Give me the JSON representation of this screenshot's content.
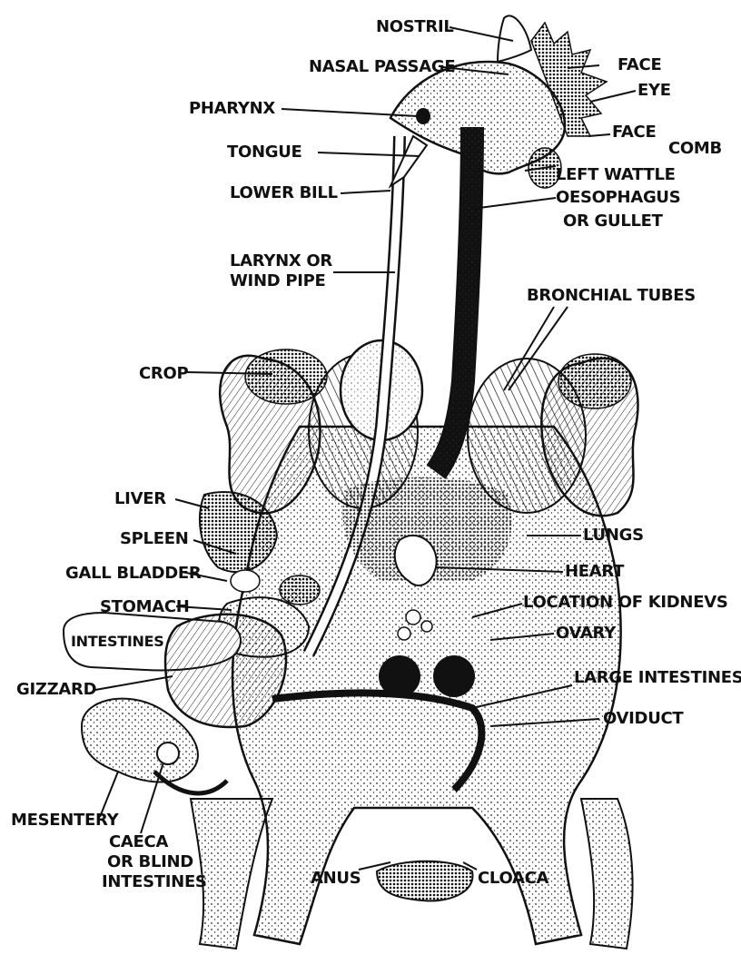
{
  "diagram": {
    "labels": {
      "nostril": "NOSTRIL",
      "nasal_passage": "NASAL PASSAGE",
      "pharynx": "PHARYNX",
      "tongue": "TONGUE",
      "lower_bill": "LOWER BILL",
      "larynx_line1": "LARYNX OR",
      "larynx_line2": "WIND PIPE",
      "face_top": "FACE",
      "eye": "EYE",
      "face_lower": "FACE",
      "comb": "COMB",
      "left_wattle": "LEFT WATTLE",
      "oesophagus_line1": "OESOPHAGUS",
      "oesophagus_line2": "OR GULLET",
      "bronchial_tubes": "BRONCHIAL TUBES",
      "crop": "CROP",
      "liver": "LIVER",
      "spleen": "SPLEEN",
      "gall_bladder": "GALL BLADDER",
      "stomach": "STOMACH",
      "intestines": "INTESTINES",
      "gizzard": "GIZZARD",
      "lungs": "LUNGS",
      "heart": "HEART",
      "location_of_kidneys": "LOCATION OF KIDNEVS",
      "ovary": "OVARY",
      "large_intestines": "LARGE INTESTINES",
      "oviduct": "OVIDUCT",
      "mesentery": "MESENTERY",
      "caeca_line1": "CAECA",
      "caeca_line2": "OR BLIND",
      "caeca_line3": "INTESTINES",
      "anus": "ANUS",
      "cloaca": "CLOACA"
    }
  }
}
